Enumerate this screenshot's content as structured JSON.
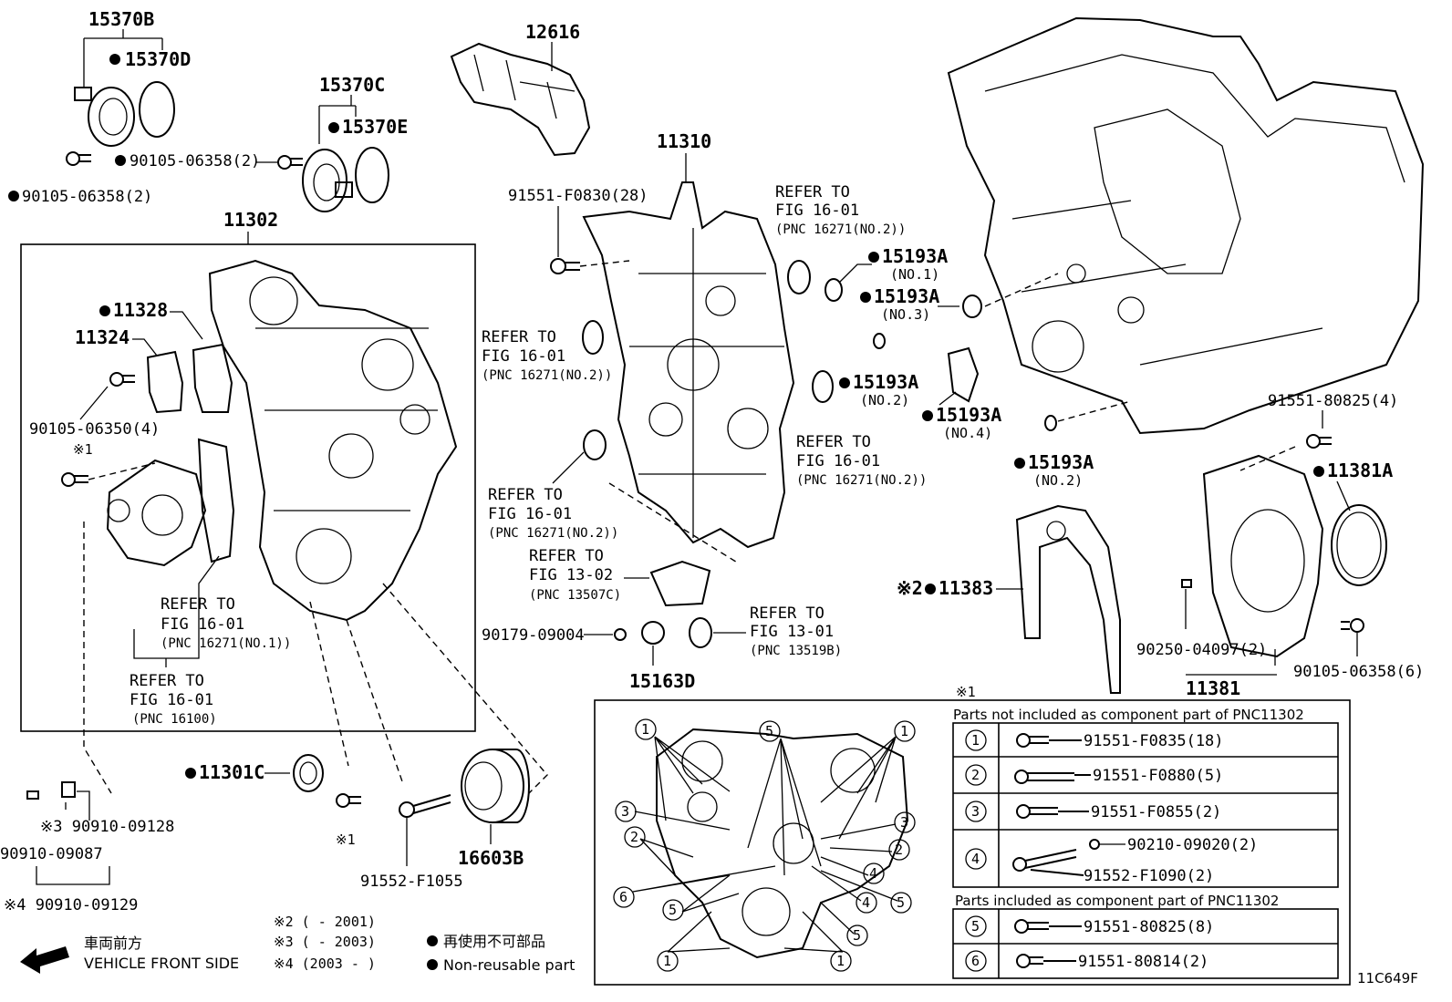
{
  "labels": {
    "l15370B": "15370B",
    "l15370D": "15370D",
    "l90105_06358_a": "90105-06358(2)",
    "l90105_06358_b": "90105-06358(2)",
    "l15370C": "15370C",
    "l15370E": "15370E",
    "l12616": "12616",
    "l11310": "11310",
    "l91551_F0830": "91551-F0830(28)",
    "l11302": "11302",
    "l11328": "11328",
    "l11324": "11324",
    "l90105_06350": "90105-06350(4)",
    "l_x1_a": "※1",
    "l15193A_1": "15193A",
    "l15193A_1n": "(NO.1)",
    "l15193A_2": "15193A",
    "l15193A_2n": "(NO.3)",
    "l15193A_3": "15193A",
    "l15193A_3n": "(NO.2)",
    "l15193A_4": "15193A",
    "l15193A_4n": "(NO.4)",
    "l15193A_5": "15193A",
    "l15193A_5n": "(NO.2)",
    "l91551_80825_4": "91551-80825(4)",
    "l11381A": "11381A",
    "l11383": "11383",
    "l11383_pre": "※2",
    "l90250": "90250-04097(2)",
    "l90105_06358_6": "90105-06358(6)",
    "l11381": "11381",
    "l90179": "90179-09004",
    "l15163D": "15163D",
    "l11301C": "11301C",
    "l_x1_b": "※1",
    "l91552_F1055": "91552-F1055",
    "l16603B": "16603B",
    "l_x3_09128": "※3 90910-09128",
    "l90910_09087": "90910-09087",
    "l_x4_09129": "※4 90910-09129",
    "l_x1_c": "※1",
    "l11C649F": "11C649F"
  },
  "refs": {
    "r1": [
      "REFER TO",
      "FIG 16-01",
      "(PNC 16271(NO.2))"
    ],
    "r2": [
      "REFER TO",
      "FIG 16-01",
      "(PNC 16271(NO.2))"
    ],
    "r3": [
      "REFER TO",
      "FIG 16-01",
      "(PNC 16271(NO.2))"
    ],
    "r4": [
      "REFER TO",
      "FIG 16-01",
      "(PNC 16271(NO.2))"
    ],
    "r5": [
      "REFER TO",
      "FIG 13-02",
      "(PNC 13507C)"
    ],
    "r6": [
      "REFER TO",
      "FIG 13-01",
      "(PNC 13519B)"
    ],
    "r7": [
      "REFER TO",
      "FIG 16-01",
      "(PNC 16271(NO.1))"
    ],
    "r8": [
      "REFER TO",
      "FIG 16-01",
      "(PNC 16100)"
    ]
  },
  "legend": {
    "x2": "※2 (       - 2001)",
    "x3": "※3 (       - 2003)",
    "x4": "※4 (2003 -       )",
    "jp_nonreuse": "再使用不可部品",
    "en_nonreuse": "Non-reusable part",
    "jp_front": "車両前方",
    "en_front": "VEHICLE FRONT SIDE"
  },
  "table": {
    "not_included": "Parts not included as component part of PNC11302",
    "included": "Parts included as component part of PNC11302",
    "rows": [
      {
        "n": "1",
        "part": "91551-F0835(18)"
      },
      {
        "n": "2",
        "part": "91551-F0880(5)"
      },
      {
        "n": "3",
        "part": "91551-F0855(2)"
      },
      {
        "n": "4",
        "part": "90210-09020(2)",
        "part2": "91552-F1090(2)"
      },
      {
        "n": "5",
        "part": "91551-80825(8)"
      },
      {
        "n": "6",
        "part": "91551-80814(2)"
      }
    ]
  },
  "inset": {
    "c1a": "1",
    "c5a": "5",
    "c1b": "1",
    "c3a": "3",
    "c2a": "2",
    "c6": "6",
    "c5b": "5",
    "c1c": "1",
    "c1d": "1",
    "c5c": "5",
    "c4a": "4",
    "c3b": "3",
    "c2b": "2",
    "c4b": "4",
    "c5d": "5"
  }
}
